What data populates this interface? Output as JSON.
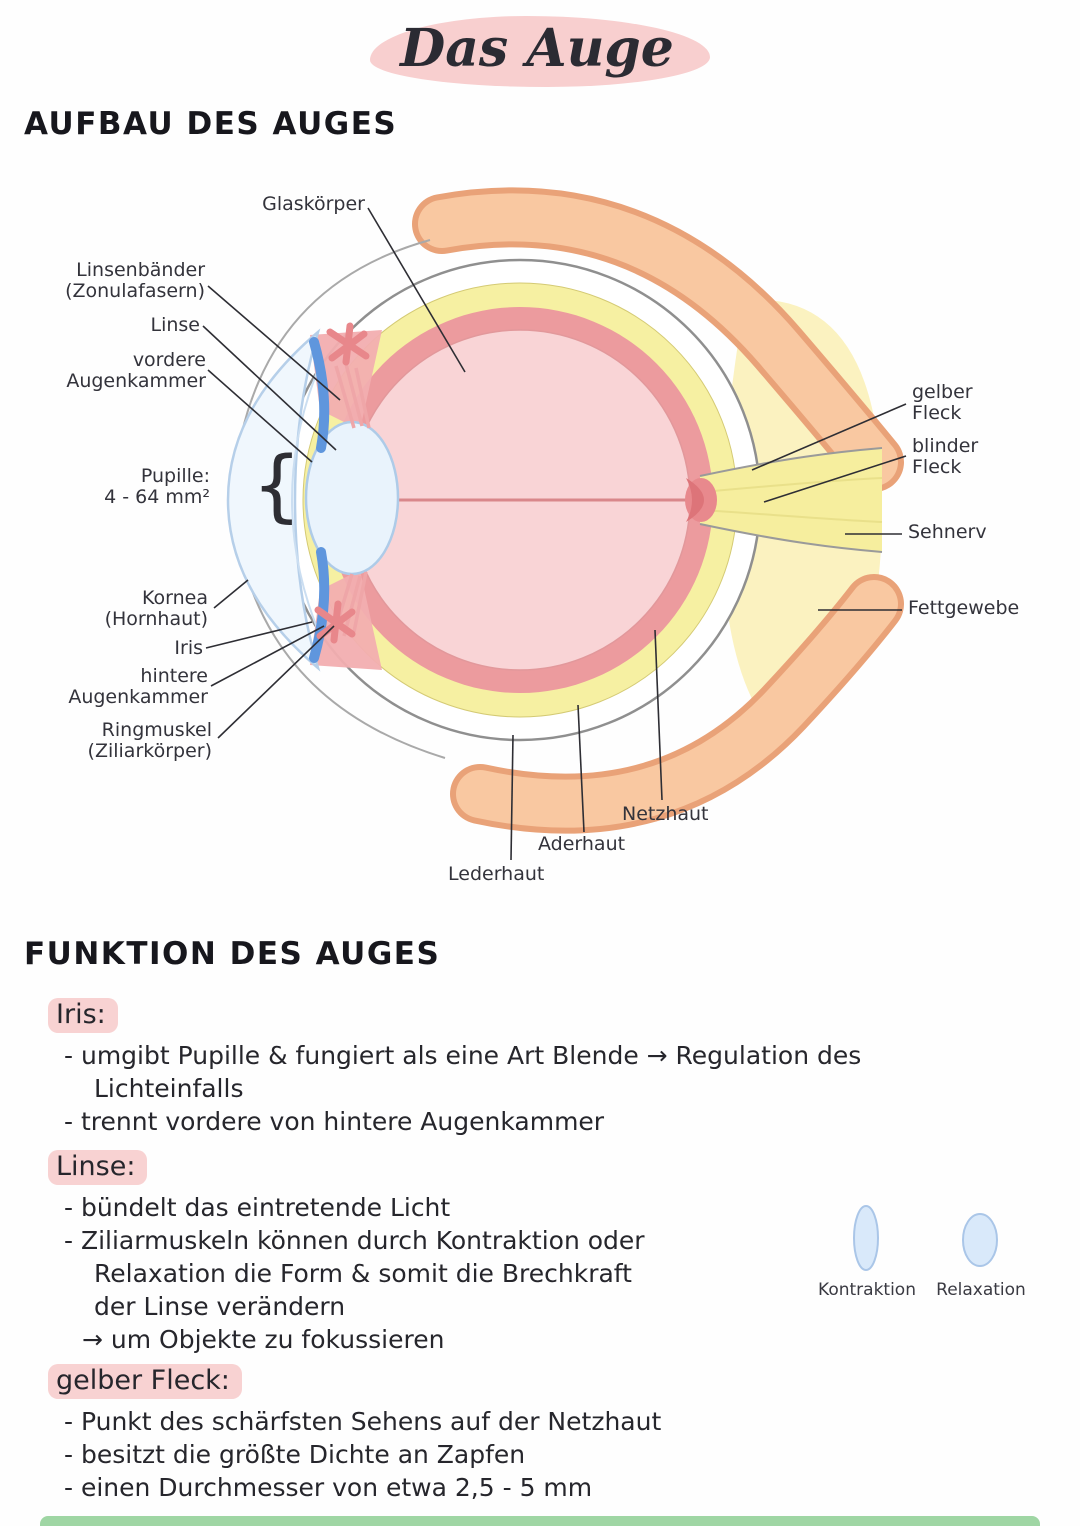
{
  "title": "Das Auge",
  "headings": {
    "aufbau": "AUFBAU DES AUGES",
    "funktion": "FUNKTION DES AUGES"
  },
  "diagram": {
    "labels": {
      "glaskoerper": "Glaskörper",
      "linsenbaender_1": "Linsenbänder",
      "linsenbaender_2": "(Zonulafasern)",
      "linse": "Linse",
      "vordere_1": "vordere",
      "vordere_2": "Augenkammer",
      "pupille_1": "Pupille:",
      "pupille_2": "4 - 64 mm²",
      "pupille_brace": "{",
      "kornea_1": "Kornea",
      "kornea_2": "(Hornhaut)",
      "iris": "Iris",
      "hintere_1": "hintere",
      "hintere_2": "Augenkammer",
      "ringmuskel_1": "Ringmuskel",
      "ringmuskel_2": "(Ziliarkörper)",
      "gelber_1": "gelber",
      "gelber_2": "Fleck",
      "blinder_1": "blinder",
      "blinder_2": "Fleck",
      "sehnerv": "Sehnerv",
      "fettgewebe": "Fettgewebe",
      "netzhaut": "Netzhaut",
      "aderhaut": "Aderhaut",
      "lederhaut": "Lederhaut"
    }
  },
  "funktion": {
    "iris": {
      "heading": "Iris:",
      "lines": [
        "- umgibt Pupille & fungiert als eine Art Blende → Regulation des",
        "Lichteinfalls",
        "- trennt vordere von hintere Augenkammer"
      ]
    },
    "linse": {
      "heading": "Linse:",
      "lines": [
        "- bündelt das eintretende Licht",
        "- Ziliarmuskeln können durch Kontraktion oder",
        "Relaxation die Form & somit die Brechkraft",
        "der Linse verändern",
        "→ um Objekte zu fokussieren"
      ],
      "fig": {
        "kontraktion": "Kontraktion",
        "relaxation": "Relaxation"
      }
    },
    "gelber_fleck": {
      "heading": "gelber Fleck:",
      "lines": [
        "- Punkt des schärfsten Sehens auf der Netzhaut",
        "- besitzt die größte Dichte an Zapfen",
        "- einen Durchmesser von etwa 2,5 - 5 mm"
      ]
    }
  },
  "colors": {
    "highlight_pink": "#f8d2d2",
    "title_pink": "#f8cfcf",
    "vitreous_pink": "#f9d4d6",
    "choroid_red": "#ec9b9e",
    "sclera_yellow": "#f6f0a2",
    "fat_orange": "#f9c8a1",
    "nerve_yellow": "#f6ee9e",
    "lens_blue": "#e9f3fc",
    "iris_blue": "#5f96dd",
    "bottom_strip_green": "#9fd6a4"
  }
}
